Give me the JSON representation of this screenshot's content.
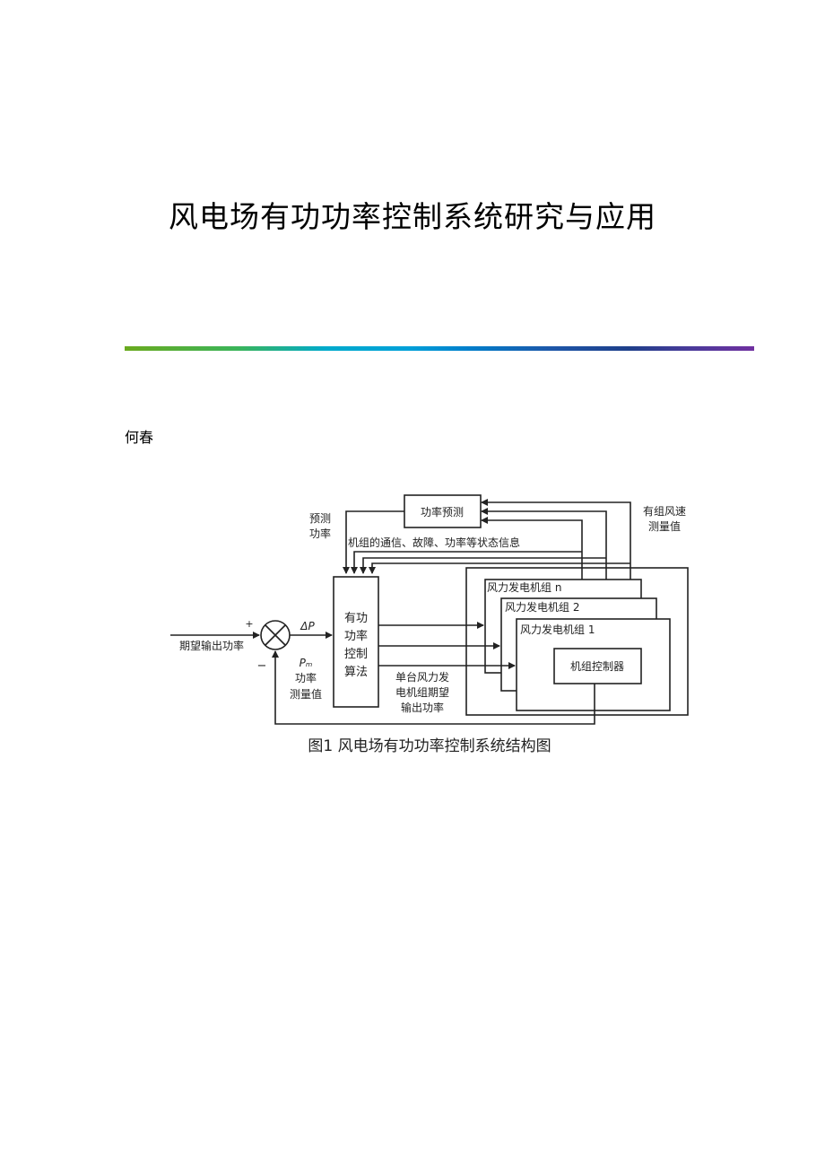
{
  "document": {
    "title": "风电场有功功率控制系统研究与应用",
    "author": "何春"
  },
  "figure": {
    "caption": "图1  风电场有功功率控制系统结构图",
    "power_forecast_box": "功率预测",
    "forecast_power_label": [
      "预测",
      "功率"
    ],
    "wind_speed_label": [
      "有组风速",
      "测量值"
    ],
    "status_info_label": "机组的通信、故障、功率等状态信息",
    "algorithm_box": [
      "有功",
      "功率",
      "控制",
      "算法"
    ],
    "setpoint_input_label": "期望输出功率",
    "plus_sign": "+",
    "minus_sign": "−",
    "delta_p_label": "ΔP",
    "measured_label": [
      "Pₘ",
      "功率",
      "测量值"
    ],
    "single_turbine_label": [
      "单台风力发",
      "电机组期望",
      "输出功率"
    ],
    "turbine_n": "风力发电机组 n",
    "turbine_2": "风力发电机组 2",
    "turbine_1": "风力发电机组 1",
    "turbine_controller": "机组控制器"
  }
}
